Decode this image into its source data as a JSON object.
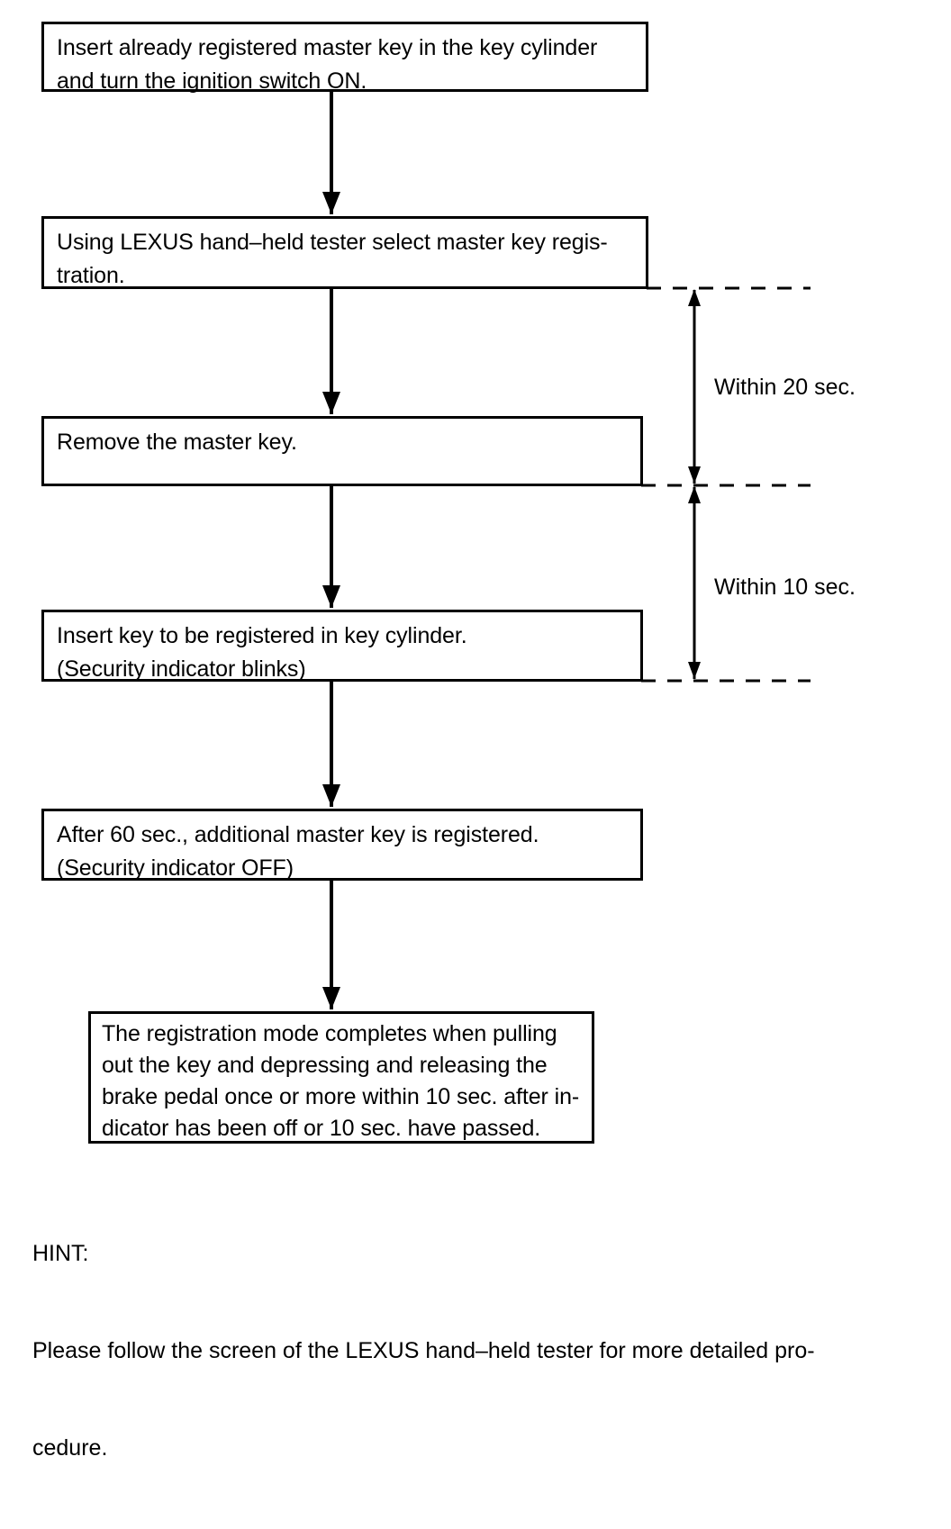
{
  "diagram": {
    "type": "flowchart",
    "title_present": false,
    "nodes": [
      {
        "id": "step-1",
        "name": "insert-registered-master-key",
        "lines": [
          "Insert already registered master key in the key cylinder",
          "and turn the ignition switch ON."
        ]
      },
      {
        "id": "step-2",
        "name": "select-master-key-registration",
        "lines": [
          "Using LEXUS hand–held tester select master key regis-",
          "tration."
        ]
      },
      {
        "id": "step-3",
        "name": "remove-master-key",
        "lines": [
          "Remove the master key."
        ]
      },
      {
        "id": "step-4",
        "name": "insert-key-to-be-registered",
        "lines": [
          "Insert key to be registered in key cylinder.",
          "(Security indicator blinks)"
        ]
      },
      {
        "id": "step-5",
        "name": "additional-master-key-registered",
        "lines": [
          "After 60 sec., additional master key is registered.",
          "(Security indicator OFF)"
        ]
      },
      {
        "id": "step-6",
        "name": "registration-mode-completes",
        "lines": [
          "The registration mode completes when pulling",
          "out the key and depressing and releasing the",
          "brake pedal once or more within 10 sec. after in-",
          "dicator has been off or 10 sec. have passed."
        ]
      }
    ],
    "timing_annotations": [
      {
        "id": "timing-20",
        "label": "Within 20 sec.",
        "from_node": "step-2",
        "to_node": "step-3"
      },
      {
        "id": "timing-10",
        "label": "Within 10 sec.",
        "from_node": "step-3",
        "to_node": "step-4"
      }
    ],
    "connectors": [
      {
        "from": "step-1",
        "to": "step-2"
      },
      {
        "from": "step-2",
        "to": "step-3"
      },
      {
        "from": "step-3",
        "to": "step-4"
      },
      {
        "from": "step-4",
        "to": "step-5"
      },
      {
        "from": "step-5",
        "to": "step-6"
      }
    ]
  },
  "hint": {
    "heading": "HINT:",
    "lines": [
      "Please follow the screen of the LEXUS hand–held tester for more detailed pro-",
      "cedure."
    ]
  },
  "colors": {
    "background": "#ffffff",
    "ink": "#000000"
  }
}
